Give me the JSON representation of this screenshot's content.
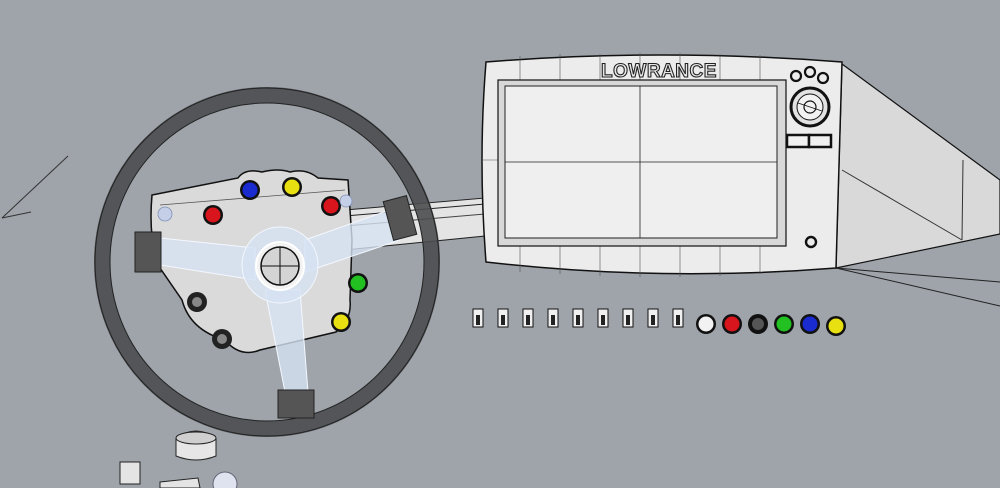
{
  "viewport": {
    "background": "#9ea4aa",
    "type": "3D CAD shaded/wireframe viewport"
  },
  "display_unit": {
    "brand": "LOWRANCE",
    "bezel_color": "#ececec",
    "screen_color": "#ededed",
    "controls": [
      "top-button-1",
      "top-button-2",
      "top-button-3",
      "rotary-knob",
      "key-bar-left",
      "key-bar-right",
      "power-button"
    ]
  },
  "steering_wheel": {
    "rim_color": "#4a4c4f",
    "spoke_color": "#d6e2f2",
    "panel_color": "#d9d9d9",
    "buttons": [
      {
        "name": "red-top-left",
        "color": "#d8141c"
      },
      {
        "name": "blue-top",
        "color": "#1a2bd0"
      },
      {
        "name": "yellow-top",
        "color": "#e8e010"
      },
      {
        "name": "red-top-right",
        "color": "#d8141c"
      },
      {
        "name": "green-right",
        "color": "#22c020"
      },
      {
        "name": "yellow-bottom-right",
        "color": "#e8e010"
      },
      {
        "name": "black-bottom-left-1",
        "color": "#2a2a2a"
      },
      {
        "name": "black-bottom-left-2",
        "color": "#2a2a2a"
      }
    ]
  },
  "switch_row": {
    "toggle_count": 9,
    "push_buttons": [
      {
        "name": "white",
        "color": "#f2f2f2"
      },
      {
        "name": "red",
        "color": "#d8141c"
      },
      {
        "name": "black",
        "color": "#333333"
      },
      {
        "name": "green",
        "color": "#22c020"
      },
      {
        "name": "blue",
        "color": "#1a2bd0"
      },
      {
        "name": "yellow",
        "color": "#e8e010"
      }
    ]
  }
}
